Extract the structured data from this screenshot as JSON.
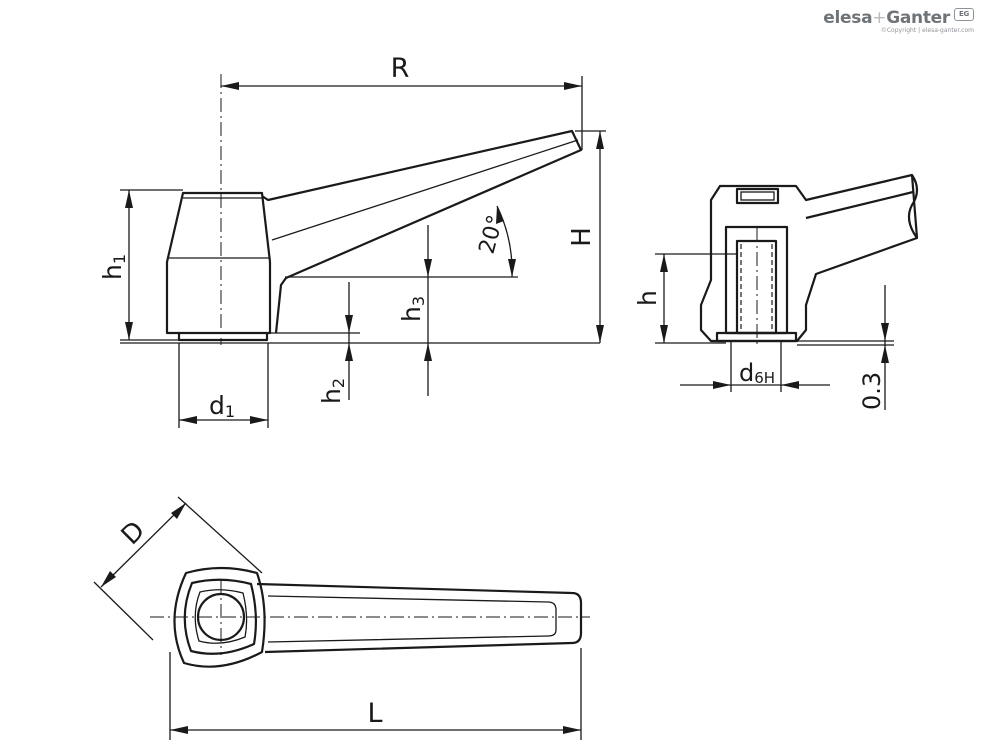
{
  "logo": {
    "brand_left": "elesa",
    "brand_plus": "+",
    "brand_right": "Ganter",
    "copyright": "©Copyright | elesa-ganter.com",
    "mark": "EG"
  },
  "dimensions": {
    "R": "R",
    "H": "H",
    "h1_base": "h",
    "h1_sub": "1",
    "h2_base": "h",
    "h2_sub": "2",
    "h3_base": "h",
    "h3_sub": "3",
    "d1_base": "d",
    "d1_sub": "1",
    "angle": "20°",
    "h": "h",
    "d6H_base": "d",
    "d6H_sub": "6H",
    "clearance": "0.3",
    "D": "D",
    "L": "L"
  },
  "colors": {
    "line": "#1a1a1a",
    "logo": "#6f7479"
  }
}
